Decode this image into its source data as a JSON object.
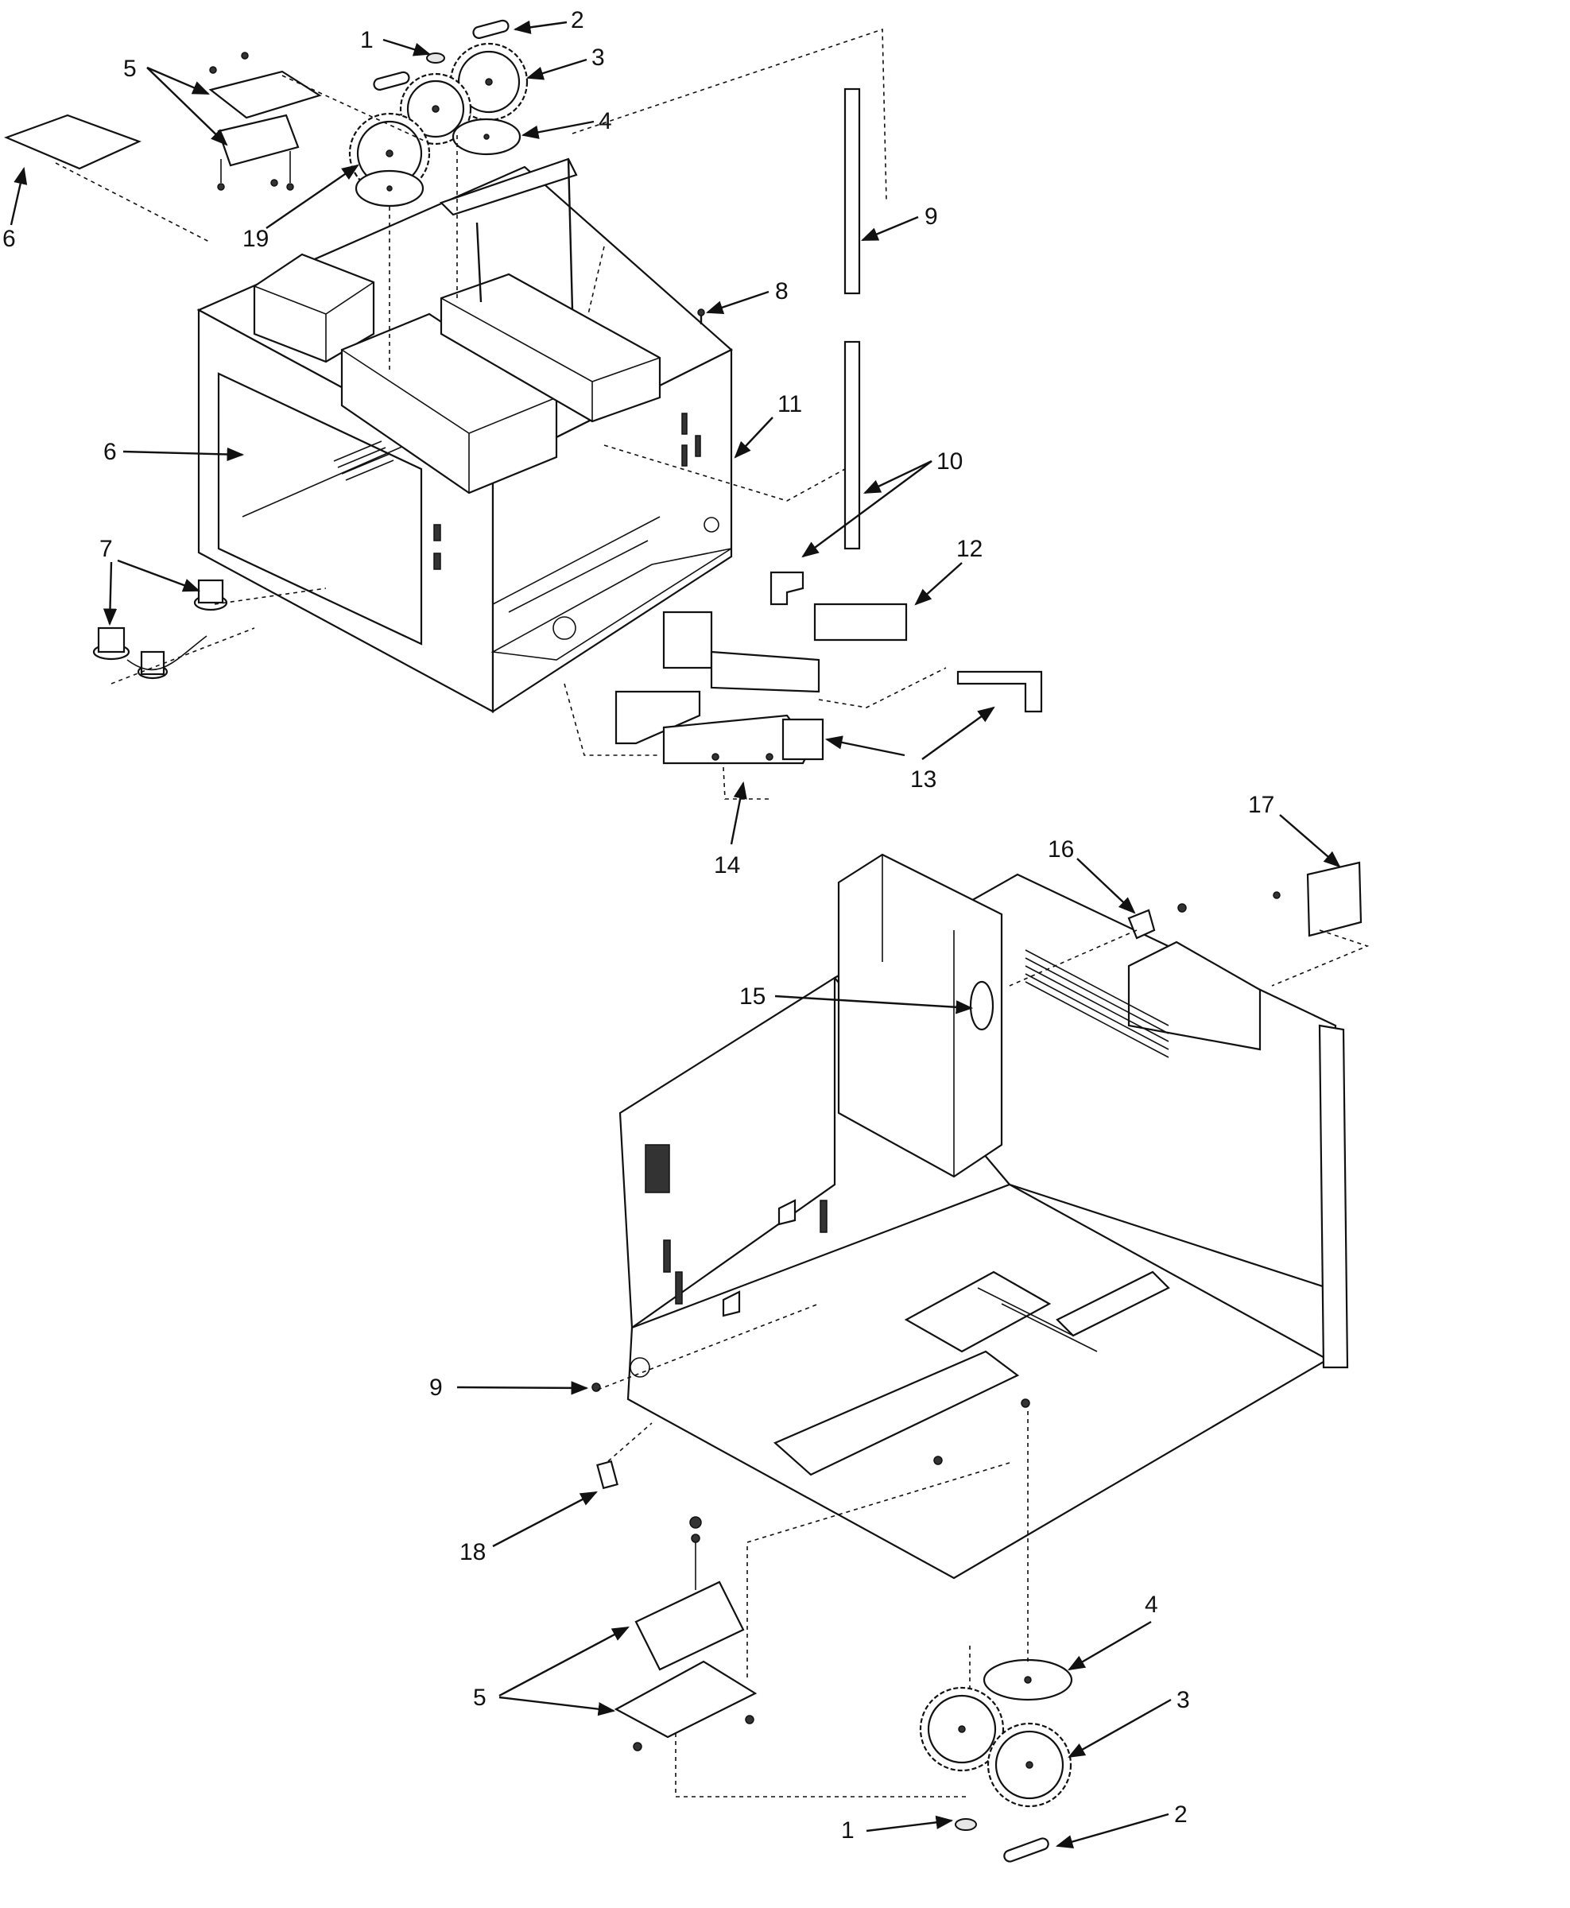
{
  "callouts": {
    "top_1": "1",
    "top_2": "2",
    "top_3": "3",
    "top_4": "4",
    "top_5": "5",
    "top_6a": "6",
    "top_6b": "6",
    "top_7": "7",
    "top_8": "8",
    "top_9": "9",
    "top_10": "10",
    "top_11": "11",
    "top_12": "12",
    "top_13": "13",
    "top_14": "14",
    "top_19": "19",
    "bot_15": "15",
    "bot_16": "16",
    "bot_17": "17",
    "bot_9": "9",
    "bot_18": "18",
    "bot_5": "5",
    "bot_4": "4",
    "bot_3": "3",
    "bot_1": "1",
    "bot_2": "2"
  }
}
